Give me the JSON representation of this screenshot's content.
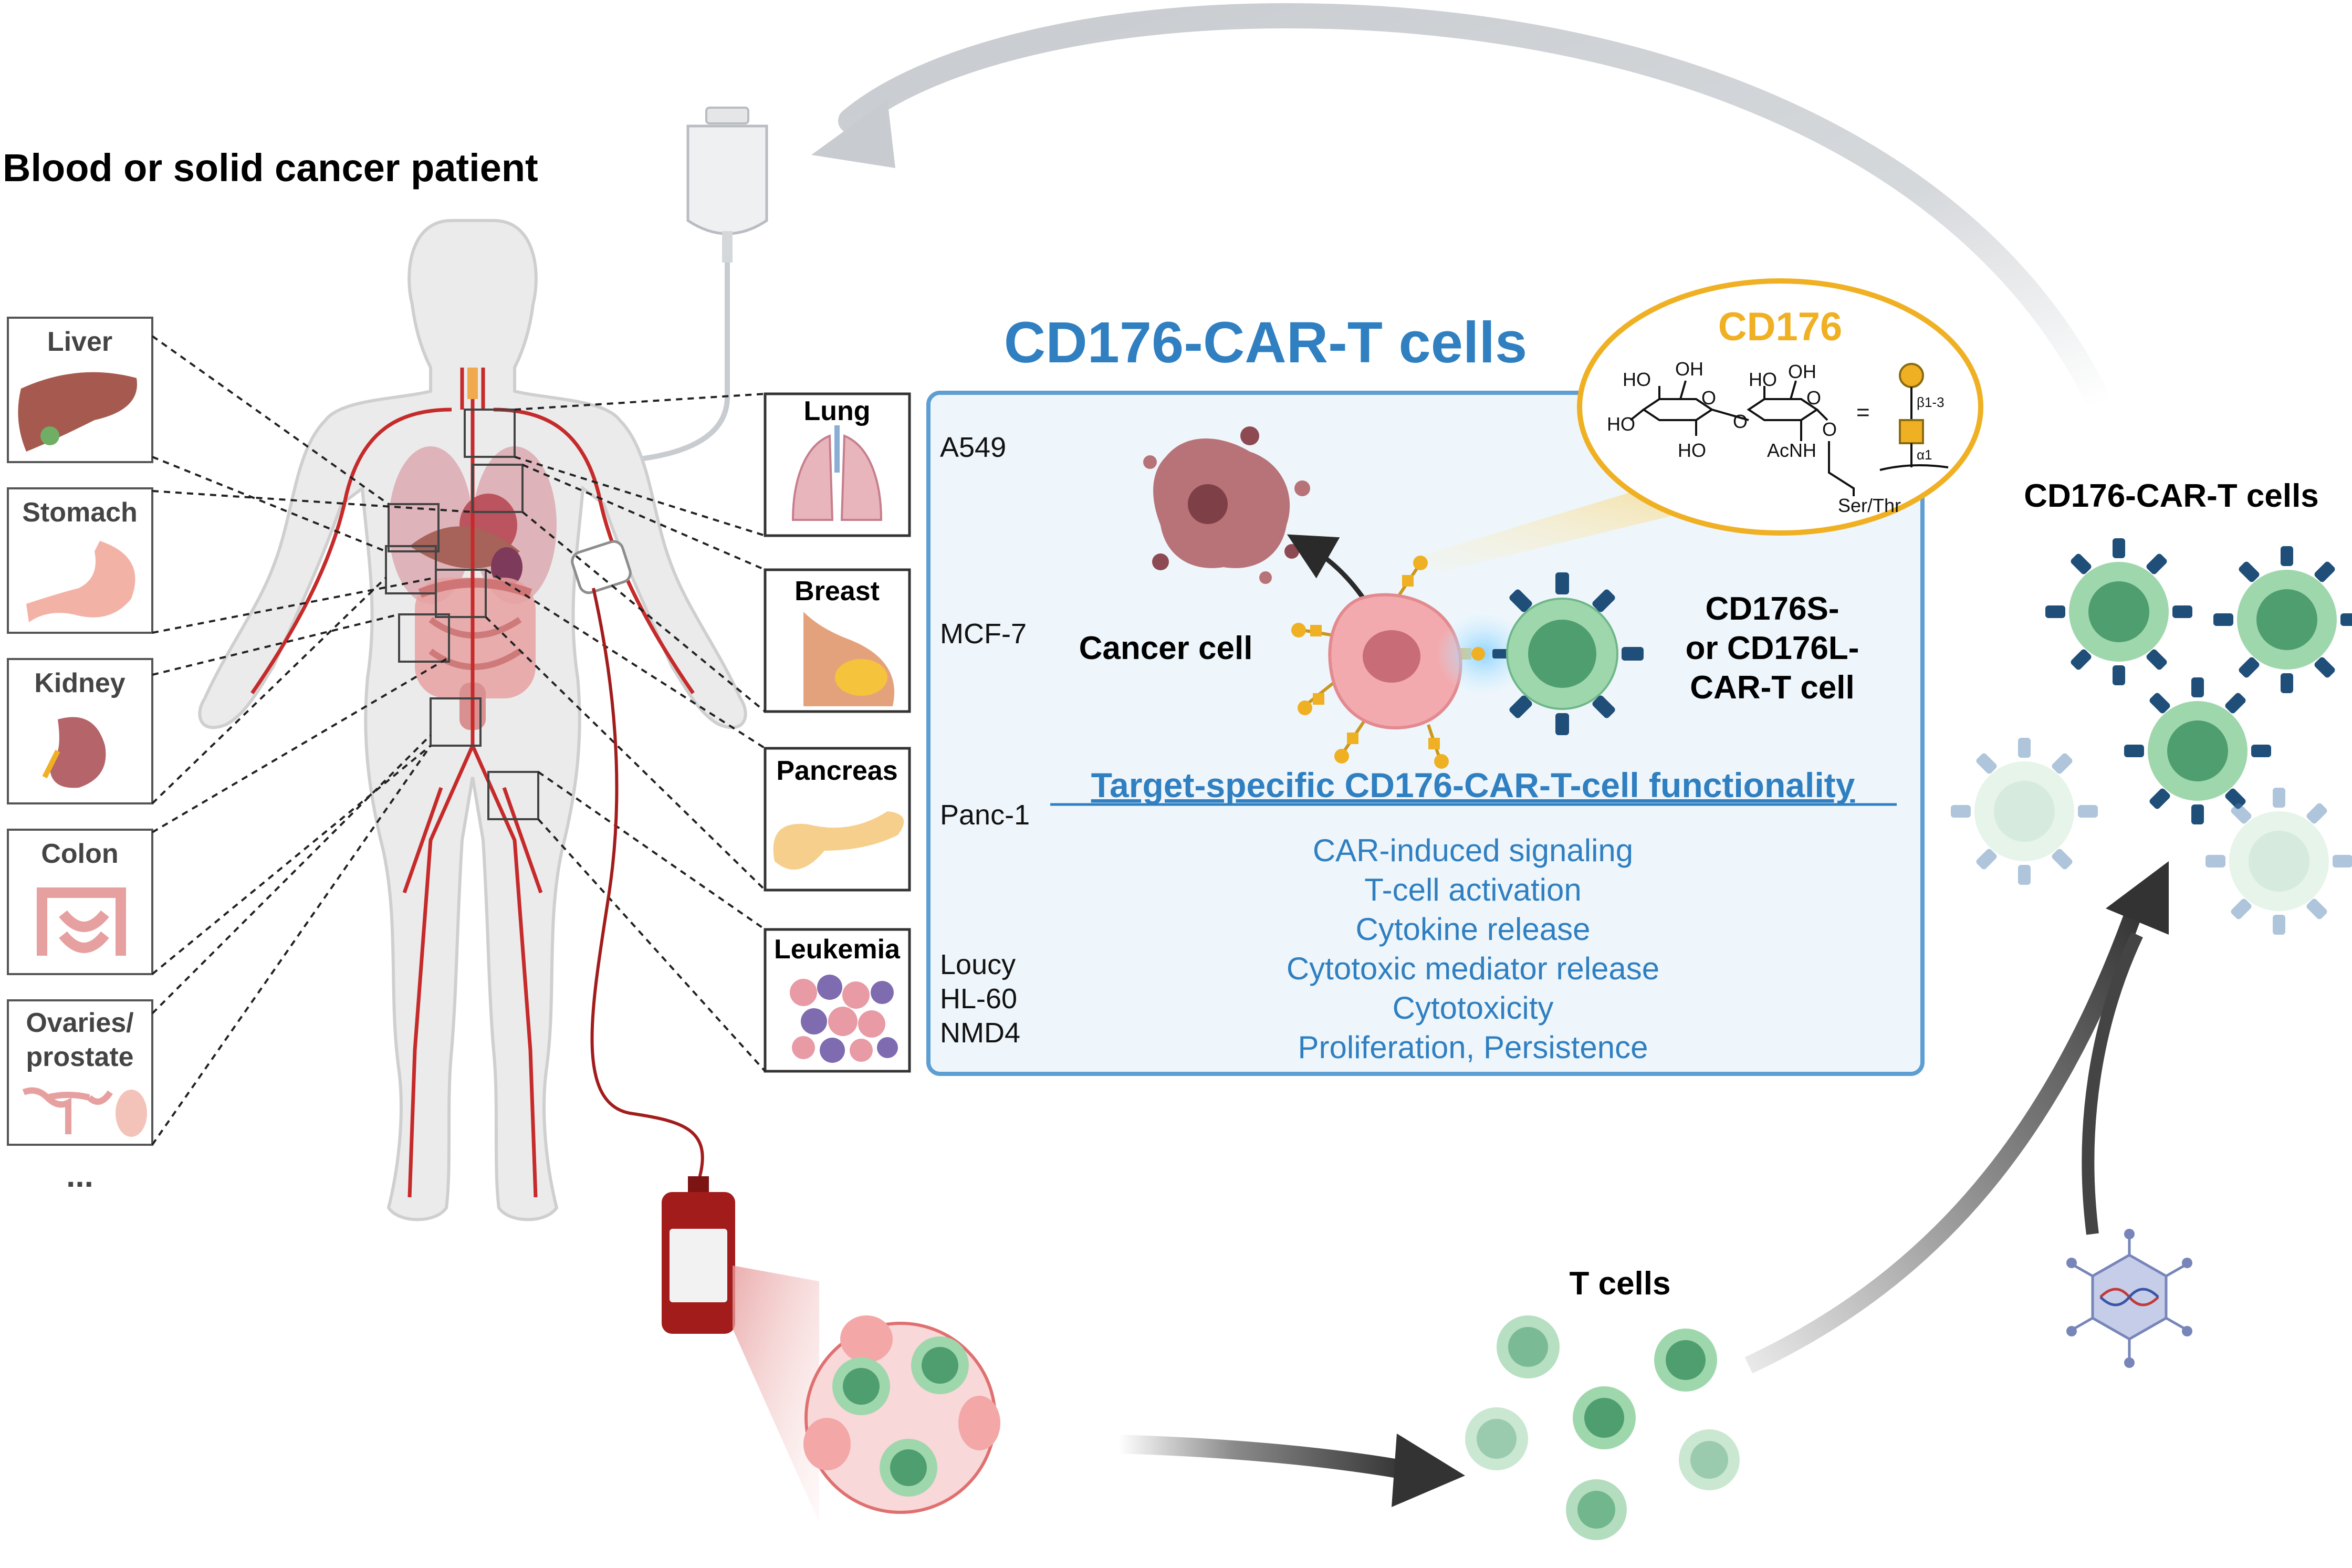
{
  "patient": {
    "title": "Blood or solid cancer patient"
  },
  "left_organs": [
    "Liver",
    "Stomach",
    "Kidney",
    "Colon",
    "Ovaries/",
    "prostate",
    "..."
  ],
  "right_organs": [
    "Lung",
    "Breast",
    "Pancreas",
    "Leukemia"
  ],
  "cell_lines": [
    "A549",
    "MCF-7",
    "Panc-1",
    "Loucy",
    "HL-60",
    "NMD4"
  ],
  "panel": {
    "title": "CD176-CAR-T cells",
    "cancer_cell": "Cancer cell",
    "car_t_cell": [
      "CD176S-",
      "or CD176L-",
      "CAR-T cell"
    ],
    "functionality_title": "Target-specific CD176-CAR-T-cell functionality",
    "functions": [
      "CAR-induced signaling",
      "T-cell activation",
      "Cytokine release",
      "Cytotoxic mediator release",
      "Cytotoxicity",
      "Proliferation, Persistence"
    ]
  },
  "cd176": {
    "title": "CD176",
    "atoms": [
      "HO",
      "OH",
      "HO",
      "OH",
      "O",
      "O",
      "HO",
      "O",
      "HO",
      "AcNH",
      "O",
      "Ser/Thr",
      "=",
      "β1-3",
      "α1"
    ]
  },
  "right_title": "CD176-CAR-T cells",
  "t_cells_label": "T cells",
  "colors": {
    "blue": "#2f7fc1",
    "gold": "#f0b023",
    "green": "#4f9e6f",
    "blood": "#a31c1c",
    "navy": "#1f4e79"
  }
}
